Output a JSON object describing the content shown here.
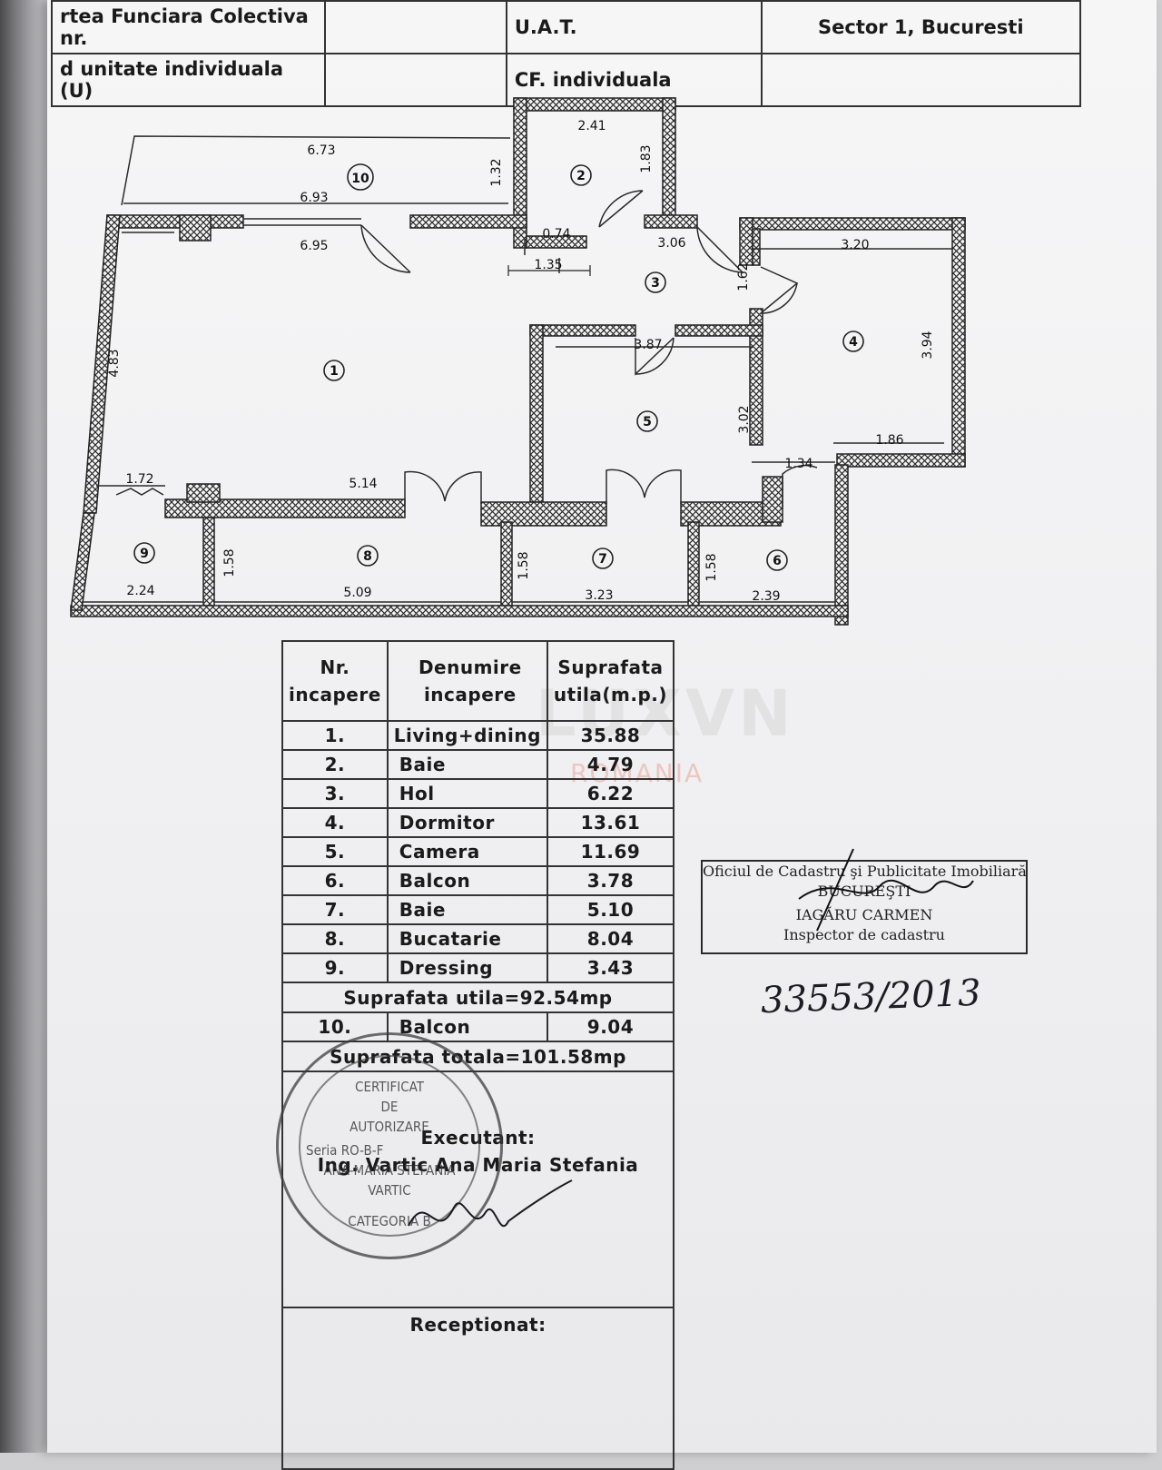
{
  "header": {
    "row1_left": "rtea Funciara Colectiva nr.",
    "row1_mid": "U.A.T.",
    "row1_right": "Sector 1, Bucuresti",
    "row2_left": "d unitate individuala (U)",
    "row2_mid": "CF. individuala"
  },
  "plan": {
    "room_numbers": [
      "1",
      "2",
      "3",
      "4",
      "5",
      "6",
      "7",
      "8",
      "9",
      "10"
    ],
    "dimensions": {
      "d673": "6.73",
      "d693": "6.93",
      "d132": "1.32",
      "d241": "2.41",
      "d183": "1.83",
      "d074": "0.74",
      "d695": "6.95",
      "d135": "1.35",
      "d306": "3.06",
      "d162": "1.62",
      "d320": "3.20",
      "d394": "3.94",
      "d387": "3.87",
      "d302": "3.02",
      "d483": "4.83",
      "d186": "1.86",
      "d134": "1.34",
      "d172": "1.72",
      "d514": "5.14",
      "d158a": "1.58",
      "d158b": "1.58",
      "d158c": "1.58",
      "d224": "2.24",
      "d509": "5.09",
      "d323": "3.23",
      "d239": "2.39"
    }
  },
  "table": {
    "head_nr": [
      "Nr.",
      "incapere"
    ],
    "head_name": [
      "Denumire",
      "incapere"
    ],
    "head_area": [
      "Suprafata",
      "utila(m.p.)"
    ],
    "rows": [
      {
        "nr": "1.",
        "name": "Living+dining",
        "area": "35.88"
      },
      {
        "nr": "2.",
        "name": "Baie",
        "area": "4.79"
      },
      {
        "nr": "3.",
        "name": "Hol",
        "area": "6.22"
      },
      {
        "nr": "4.",
        "name": "Dormitor",
        "area": "13.61"
      },
      {
        "nr": "5.",
        "name": "Camera",
        "area": "11.69"
      },
      {
        "nr": "6.",
        "name": "Balcon",
        "area": "3.78"
      },
      {
        "nr": "7.",
        "name": "Baie",
        "area": "5.10"
      },
      {
        "nr": "8.",
        "name": "Bucatarie",
        "area": "8.04"
      },
      {
        "nr": "9.",
        "name": "Dressing",
        "area": "3.43"
      }
    ],
    "useful_total": "Suprafata utila=92.54mp",
    "row10": {
      "nr": "10.",
      "name": "Balcon",
      "area": "9.04"
    },
    "grand_total": "Suprafata totala=101.58mp",
    "executant_label": "Executant:",
    "executant_name": "Ing. Vartic Ana Maria Stefania",
    "receptionat_label": "Receptionat:"
  },
  "watermark": {
    "logo": "LUXVN",
    "country": "ROMANIA"
  },
  "ocpi_stamp": {
    "line1": "Oficiul de Cadastru şi Publicitate Imobiliară",
    "line2": "BUCUREŞTI",
    "line3": "IAGĂRU CARMEN",
    "line4": "Inspector de cadastru"
  },
  "handwritten_number": "33553/2013",
  "round_stamp": {
    "l1": "CERTIFICAT",
    "l2": "DE",
    "l3": "AUTORIZARE",
    "l4": "Seria RO-B-F",
    "l5": "ANA-MARIA STEFANIA",
    "l6": "VARTIC",
    "l7": "CATEGORIA B"
  }
}
